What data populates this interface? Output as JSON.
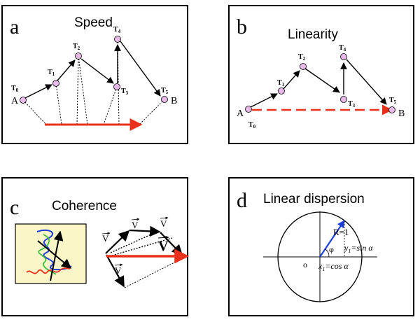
{
  "panels": {
    "a": {
      "letter": "a",
      "title": "Speed"
    },
    "b": {
      "letter": "b",
      "title": "Linearity"
    },
    "c": {
      "letter": "c",
      "title": "Coherence"
    },
    "d": {
      "letter": "d",
      "title": "Linear dispersion"
    }
  },
  "time_labels": {
    "T": "T",
    "t0": "0",
    "t1": "1",
    "t2": "2",
    "t3": "3",
    "t4": "4",
    "t5": "5"
  },
  "endpoints": {
    "start": "A",
    "end": "B"
  },
  "panel_c": {
    "vector_symbol": "V"
  },
  "panel_d": {
    "radius_label": "R=1",
    "angle_symbol": "φ",
    "y_label": "y",
    "x_label": "x",
    "y_sub": "1",
    "x_sub": "1",
    "y_expr": "=sin α",
    "x_expr": "=cos α",
    "origin_symbol": "o"
  },
  "colors": {
    "red": "#e8301a",
    "node_fill": "#e8b8e8",
    "blue": "#1f3fd9",
    "green": "#3fbf3f",
    "inset_bg": "#fbf6c8"
  }
}
